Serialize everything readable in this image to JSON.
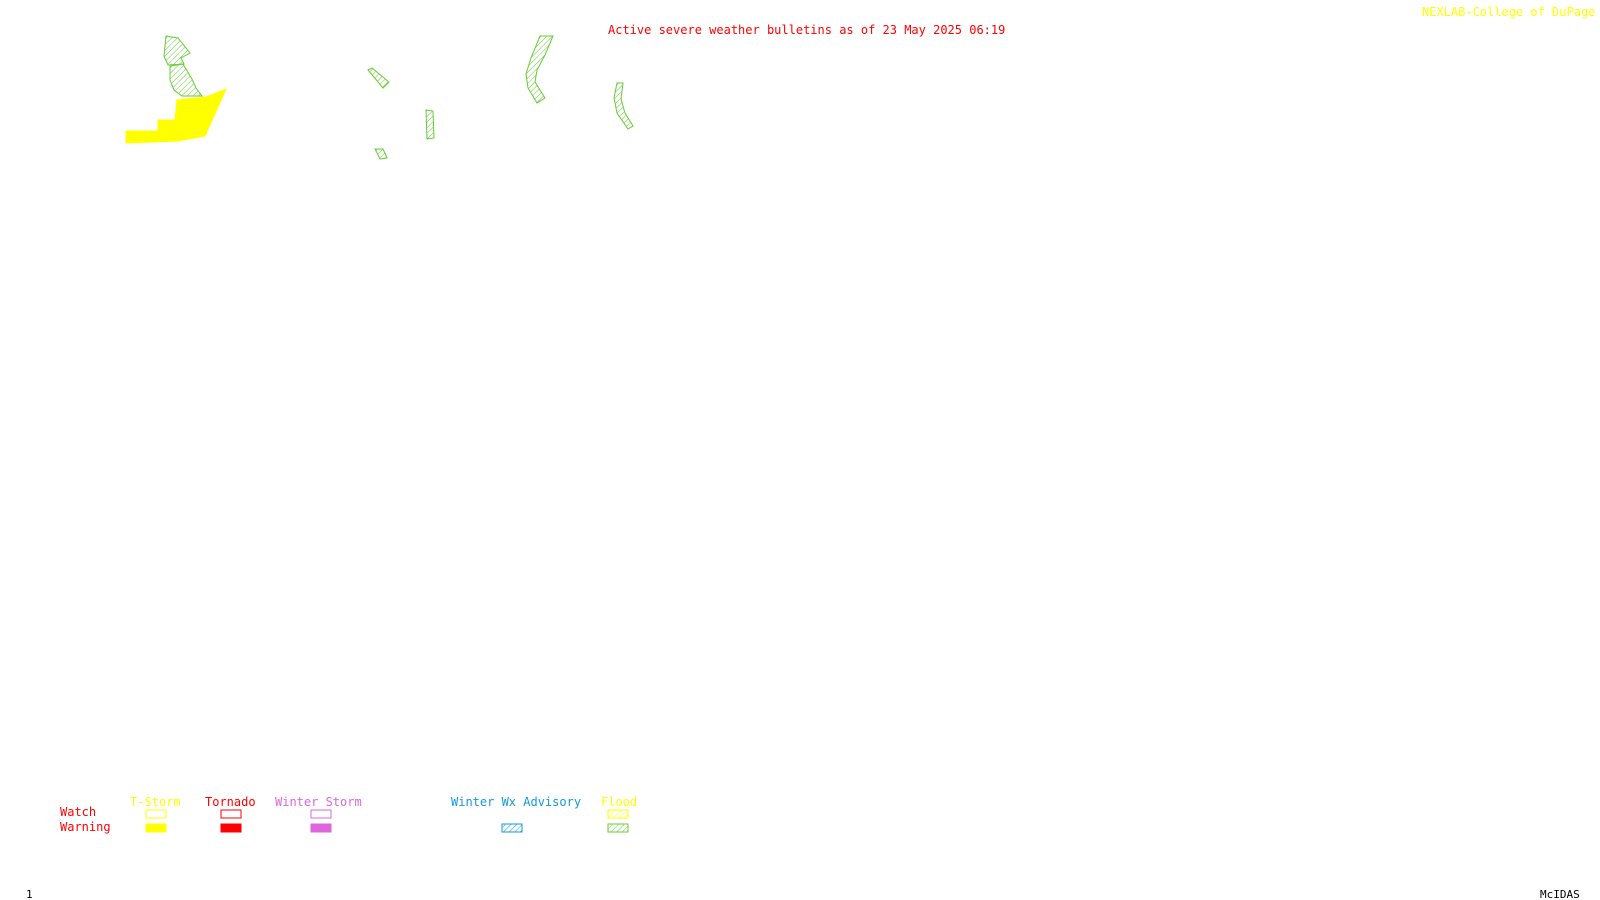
{
  "header": {
    "title": "Active severe weather bulletins as of 23 May 2025 06:19",
    "credit": "NEXLAB-College of DuPage ©"
  },
  "footer": {
    "frame_number": "1",
    "software": "McIDAS"
  },
  "legend": {
    "row_labels": {
      "watch": "Watch",
      "warning": "Warning"
    },
    "categories": [
      {
        "key": "tstorm",
        "label": "T-Storm",
        "color": "#ffff00"
      },
      {
        "key": "tornado",
        "label": "Tornado",
        "color": "#ff0000"
      },
      {
        "key": "winter_storm",
        "label": "Winter Storm",
        "color": "#dd66dd"
      },
      {
        "key": "winter_wx_advisory",
        "label": "Winter Wx Advisory",
        "color": "#1199dd"
      },
      {
        "key": "flood",
        "label": "Flood",
        "colors": {
          "watch": "#ffff00",
          "warning": "#66cc33"
        }
      }
    ]
  },
  "map": {
    "background": "#ffffff",
    "active_bulletins": [
      {
        "type": "tstorm-warning",
        "color": "#ffff00",
        "fill": "solid"
      },
      {
        "type": "flood-warning",
        "color": "#66cc33",
        "fill": "hatched"
      },
      {
        "type": "flood-warning",
        "color": "#66cc33",
        "fill": "hatched"
      },
      {
        "type": "flood-warning",
        "color": "#66cc33",
        "fill": "hatched"
      },
      {
        "type": "flood-warning",
        "color": "#66cc33",
        "fill": "hatched"
      },
      {
        "type": "flood-warning",
        "color": "#66cc33",
        "fill": "hatched"
      },
      {
        "type": "flood-warning",
        "color": "#66cc33",
        "fill": "hatched"
      },
      {
        "type": "flood-warning",
        "color": "#66cc33",
        "fill": "hatched"
      }
    ]
  }
}
